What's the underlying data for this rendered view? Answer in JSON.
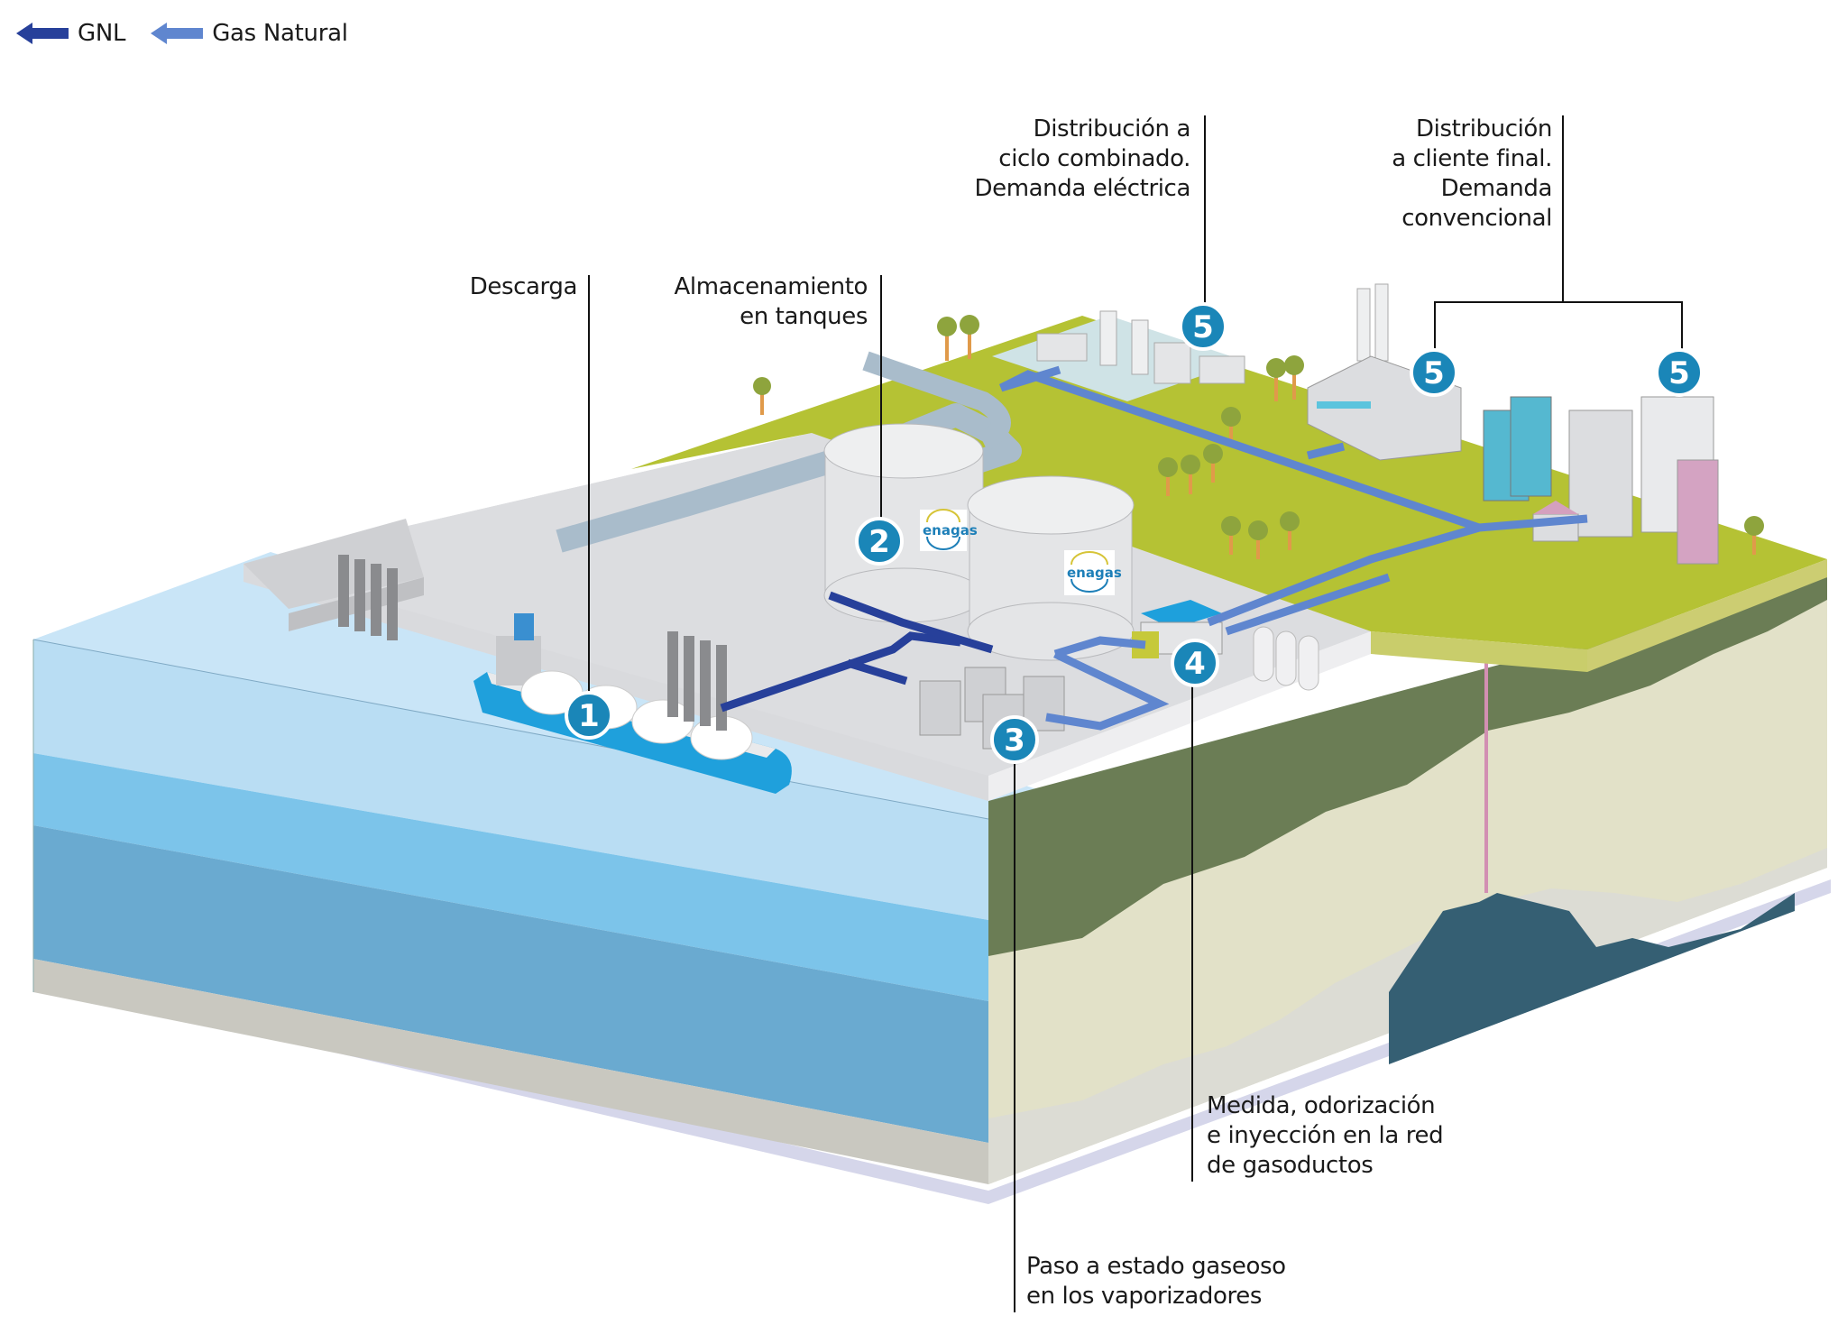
{
  "legend": [
    {
      "label": "GNL",
      "icon": "arrow-left-icon",
      "color": "#27409a"
    },
    {
      "label": "Gas Natural",
      "icon": "arrow-left-icon",
      "color": "#5f86cf"
    }
  ],
  "steps": [
    {
      "number": "1",
      "label": "Descarga"
    },
    {
      "number": "2",
      "label": "Almacenamiento\nen tanques"
    },
    {
      "number": "3",
      "label": "Paso a estado gaseoso\nen los vaporizadores"
    },
    {
      "number": "4",
      "label": "Medida, odorización\ne inyección en la red\nde gasoductos"
    },
    {
      "number": "5",
      "label": "Distribución a\nciclo combinado.\nDemanda eléctrica"
    },
    {
      "number": "5",
      "label": "Distribución\na cliente final.\nDemanda\nconvencional"
    }
  ],
  "badges": [
    "1",
    "2",
    "3",
    "4",
    "5",
    "5",
    "5"
  ],
  "logo": {
    "text": "enagas"
  },
  "colors": {
    "gnl": "#27409a",
    "gas_natural": "#5f86cf",
    "badge": "#1a86b8",
    "grass": "#b5c234",
    "water_light": "#c7e4f6",
    "water_mid": "#7cc4ea",
    "water_dark": "#6aaad0",
    "ground_dark": "#6b7d55",
    "ground_sand": "#e2e1c8",
    "reservoir": "#355f73",
    "pink_pipe": "#d28fb2"
  }
}
